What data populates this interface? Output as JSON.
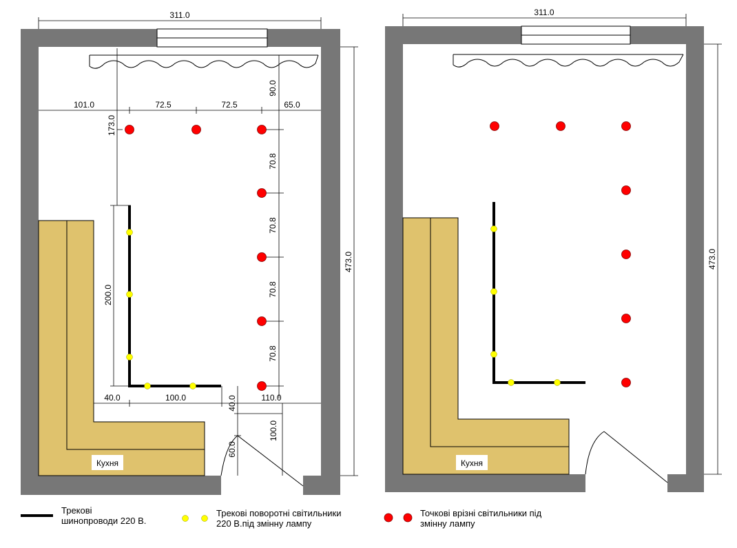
{
  "colors": {
    "wall": "#777777",
    "kitchen": "#dfc26d",
    "track": "#000000",
    "track_light": "#ffff00",
    "spot_light": "#ff0000"
  },
  "plan_left": {
    "room_label": "Кухня",
    "dims": {
      "width_total": "311.0",
      "height_total": "473.0",
      "window_offset": "90.0",
      "spot_row_y": "173.0",
      "spot_x_1": "101.0",
      "spot_x_2": "72.5",
      "spot_x_3": "72.5",
      "spot_x_4": "65.0",
      "spot_gap_1": "70.8",
      "spot_gap_2": "70.8",
      "spot_gap_3": "70.8",
      "spot_gap_4": "70.8",
      "track_vertical": "200.0",
      "counter_offset": "40.0",
      "track_horizontal": "100.0",
      "right_offset": "110.0",
      "gap_to_counter": "40.0",
      "door_height": "100.0",
      "door_bottom": "60.0"
    }
  },
  "plan_right": {
    "room_label": "Кухня",
    "dims": {
      "width_total": "311.0",
      "height_total": "473.0"
    }
  },
  "legend": [
    {
      "icon": "track-icon",
      "text": "Трекові\nшинопроводи 220 В."
    },
    {
      "icon": "track-light-icon",
      "text": "Трекові поворотні світильники\n220 В.під змінну лампу"
    },
    {
      "icon": "spot-light-icon",
      "text": "Точкові врізні світильники під\nзмінну лампу"
    }
  ]
}
